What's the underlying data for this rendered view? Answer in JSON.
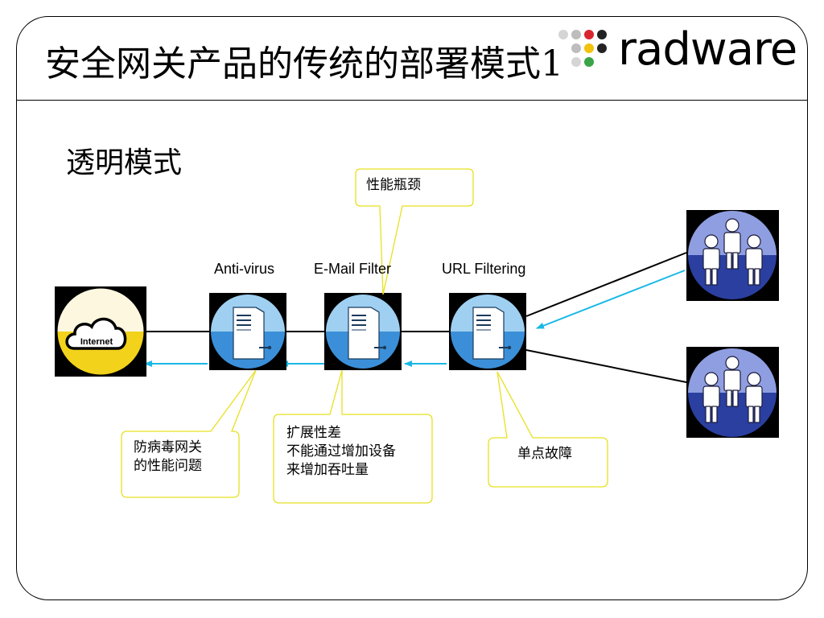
{
  "header": {
    "title": "安全网关产品的传统的部署模式1",
    "logo_text": "radware"
  },
  "subtitle": "透明模式",
  "nodes": {
    "internet": {
      "label": "Internet",
      "icon": "cloud-icon"
    },
    "antivirus": {
      "label": "Anti-virus",
      "icon": "server-icon"
    },
    "email": {
      "label": "E-Mail Filter",
      "icon": "server-icon"
    },
    "url": {
      "label": "URL Filtering",
      "icon": "server-icon"
    },
    "users_top": {
      "icon": "user-group-icon"
    },
    "users_bottom": {
      "icon": "user-group-icon"
    }
  },
  "callouts": {
    "bottleneck": "性能瓶颈",
    "antivirus_perf": "防病毒网关\n的性能问题",
    "scalability": "扩展性差\n不能通过增加设备\n来增加吞吐量",
    "single_point": "单点故障"
  },
  "colors": {
    "callout_border": "#e8e020",
    "flow_arrow": "#19b8e6",
    "server_blue": "#3b8fd8",
    "internet_yellow": "#f2d21b",
    "user_blue": "#2a3fa0"
  }
}
